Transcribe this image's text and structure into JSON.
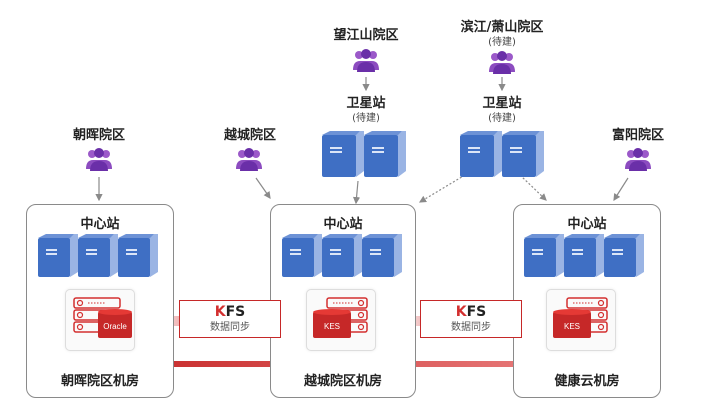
{
  "sites": {
    "chaohui": {
      "label": "朝晖院区"
    },
    "yuecheng": {
      "label": "越城院区"
    },
    "wangjiangshan": {
      "label": "望江山院区"
    },
    "binjiang_xiaoshan": {
      "label": "滨江/萧山院区",
      "status": "(待建)"
    },
    "fuyang": {
      "label": "富阳院区"
    }
  },
  "satellite_stations": [
    {
      "label": "卫星站",
      "status": "(待建)"
    },
    {
      "label": "卫星站",
      "status": "(待建)"
    }
  ],
  "data_centers": [
    {
      "title": "中心站",
      "name": "朝晖院区机房",
      "database": "Oracle"
    },
    {
      "title": "中心站",
      "name": "越城院区机房",
      "database": "KES"
    },
    {
      "title": "中心站",
      "name": "健康云机房",
      "database": "KES"
    }
  ],
  "sync_links": [
    {
      "k": "K",
      "rest": "FS",
      "subtitle": "数据同步"
    },
    {
      "k": "K",
      "rest": "FS",
      "subtitle": "数据同步"
    }
  ],
  "colors": {
    "accent_red": "#d32f2f",
    "server_blue": "#3f6fc4",
    "user_purple": "#7b3fb8"
  }
}
